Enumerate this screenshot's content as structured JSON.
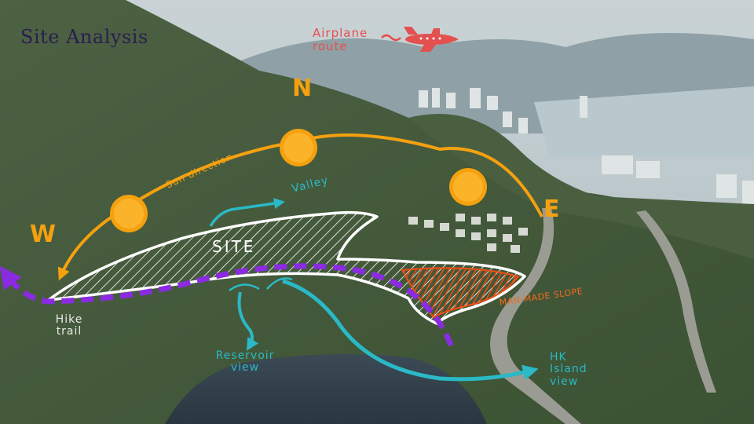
{
  "labels": {
    "title": "Site Analysis",
    "airplane_route": "Airplane route",
    "north": "N",
    "east": "E",
    "west": "W",
    "sun_direction": "Sun direction",
    "valley": "Valley",
    "site": "SITE",
    "manmade_slope": "MAN-MADE SLOPE",
    "hike_trail": "Hike trail",
    "reservoir_view": "Reservoir view",
    "hk_island_view": "HK Island view"
  },
  "colors": {
    "sun": "#f5a10f",
    "sun_fill": "#fbb42a",
    "trail": "#8a2be2",
    "view_arrow": "#2ab9c6",
    "slope": "#f04e14",
    "airplane": "#e4504f",
    "site_outline": "#ffffff",
    "title": "#2a1e4f"
  },
  "icons": {
    "airplane": "airplane-icon",
    "sun": "sun-icon"
  }
}
